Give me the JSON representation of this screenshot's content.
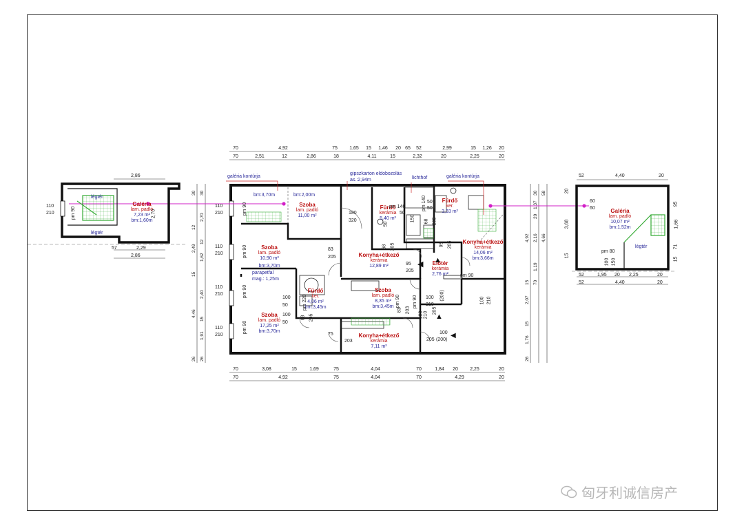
{
  "watermark": "匈牙利诚信房产",
  "dims_top_1": [
    "70",
    "4,92",
    "75",
    "1,65",
    "15",
    "1,46",
    "20",
    "65",
    "52",
    "2,99",
    "15",
    "1,26",
    "20"
  ],
  "dims_top_2": [
    "70",
    "2,51",
    "12",
    "2,86",
    "18",
    "4,11",
    "15",
    "2,32",
    "20",
    "2,25",
    "20"
  ],
  "dims_bot_1": [
    "70",
    "3,08",
    "15",
    "1,69",
    "75",
    "4,04",
    "70",
    "1,84",
    "20",
    "2,25",
    "20"
  ],
  "dims_bot_2": [
    "70",
    "4,92",
    "75",
    "4,04",
    "70",
    "4,29",
    "20"
  ],
  "dims_left": [
    "30",
    "30",
    "12",
    "2,70",
    "2,49",
    "12",
    "1,62",
    "15",
    "2,40",
    "4,46",
    "15",
    "1,91",
    "26",
    "26"
  ],
  "dims_right": [
    "30",
    "58",
    "1,37",
    "20",
    "4,92",
    "2,16",
    "4,66",
    "1,19",
    "15",
    "70",
    "2,07",
    "15",
    "1,76",
    "26"
  ],
  "notes": {
    "galeria_left": "galéria kontúrja",
    "gipsz": "gipszkarton eldobozolás",
    "gipsz2": "as.:2,94m",
    "lichthof": "lichthof",
    "galeria_right": "galéria kontúrja",
    "parapet": "parapetfal",
    "parapet2": "mag.: 1,25m"
  },
  "rooms": {
    "szoba1": {
      "name": "Szoba",
      "floor": "lam. padló",
      "area": "11,00 m²",
      "bm_a": "bm:3,70m",
      "bm_b": "bm:2,00m"
    },
    "furdo1": {
      "name": "Fürdő",
      "floor": "kerámia",
      "area": "5,40 m²"
    },
    "furdo2": {
      "name": "Fürdő",
      "floor": "ker.",
      "area": "3,33 m²"
    },
    "szoba2": {
      "name": "Szoba",
      "floor": "lam. padló",
      "area": "10,90 m²",
      "bm": "bm:3,70m"
    },
    "konyha1": {
      "name": "Konyha+étkező",
      "floor": "kerámia",
      "area": "12,89 m²"
    },
    "konyha2": {
      "name": "Konyha+étkező",
      "floor": "kerámia",
      "area": "14,06 m²",
      "bm": "bm:3,66m"
    },
    "eloter": {
      "name": "Előtér",
      "floor": "kerámia",
      "area": "2,76 m²"
    },
    "furdo3": {
      "name": "Fürdő",
      "floor": "ker.",
      "area": "4,06 m²",
      "bm": "bm:3,45m"
    },
    "szoba3": {
      "name": "Szoba",
      "floor": "lam. padló",
      "area": "8,35 m²",
      "bm": "bm:3,45m"
    },
    "szoba4": {
      "name": "Szoba",
      "floor": "lam. padló",
      "area": "17,25 m²",
      "bm": "bm:3,70m"
    },
    "konyha3": {
      "name": "Konyha+étkező",
      "floor": "kerámia",
      "area": "7,11 m²"
    },
    "galeria1": {
      "name": "Galéria",
      "floor": "lam. padló",
      "area": "7,23 m²",
      "bm": "bm:1,60m"
    },
    "galeria2": {
      "name": "Galéria",
      "floor": "lam. padló",
      "area": "10,07 m²",
      "bm": "bm:1,52m"
    }
  },
  "gal_left": {
    "top": "2,86",
    "bot1": "57",
    "bot2": "2,29",
    "bot3": "2,86",
    "legter1": "légtér",
    "legter2": "légtér",
    "side": "2,70",
    "w1": "110",
    "w2": "210",
    "pm": "pm 90"
  },
  "gal_right": {
    "top1": "52",
    "top2": "4,40",
    "top3": "20",
    "bot1": "52",
    "bot2": "1,95",
    "bot3": "20",
    "bot4": "2,25",
    "bot5": "20",
    "bot6": "52",
    "bot7": "4,40",
    "bot8": "20",
    "legter": "légtér",
    "v1": "60",
    "v2": "60",
    "pm": "pm 80",
    "d1": "100",
    "d2": "150",
    "s1": "3,68",
    "s2": "1,66",
    "s3": "95",
    "s4": "15",
    "s5": "71",
    "s6": "15",
    "t1": "20"
  },
  "openings": [
    "110",
    "210",
    "110",
    "210",
    "110",
    "210",
    "110",
    "210",
    "pm 90",
    "pm 90",
    "pm 90",
    "pm 90",
    "180",
    "320",
    "83",
    "205",
    "68",
    "205",
    "95",
    "205",
    "pm 140",
    "50",
    "50",
    "150",
    "68",
    "205",
    "pm 140",
    "50",
    "50",
    "95",
    "205",
    "pm 90",
    "100",
    "210",
    "100",
    "50",
    "100",
    "50",
    "pm 220",
    "68",
    "205",
    "83",
    "203",
    "pm 90",
    "100",
    "210",
    "205",
    "(200)",
    "75",
    "203",
    "100",
    "205",
    "(200)",
    "pm 90",
    "100",
    "210"
  ]
}
